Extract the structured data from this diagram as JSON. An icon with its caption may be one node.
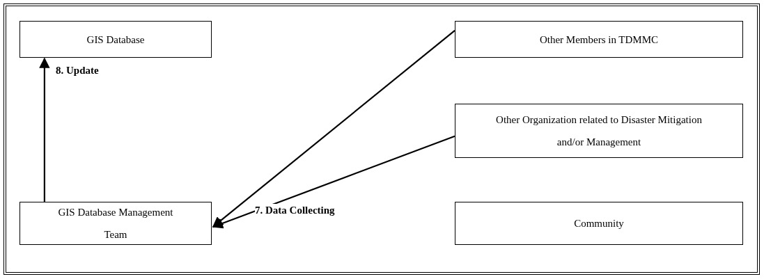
{
  "diagram": {
    "nodes": [
      {
        "text": [
          "GIS Database"
        ]
      },
      {
        "text": [
          "Other Members in TDMMC"
        ]
      },
      {
        "text": [
          "Other Organization related to Disaster Mitigation and/or Management"
        ]
      },
      {
        "text": [
          "GIS Database Management Team"
        ]
      },
      {
        "text": [
          "Community"
        ]
      }
    ],
    "edges": [
      {
        "from": 3,
        "to": 0,
        "arrow": "to",
        "label": "8. Update"
      },
      {
        "from": 1,
        "to": 3,
        "arrow": "to"
      },
      {
        "from": 2,
        "to": 3,
        "arrow": "to",
        "label": "7. Data Collecting"
      }
    ]
  }
}
